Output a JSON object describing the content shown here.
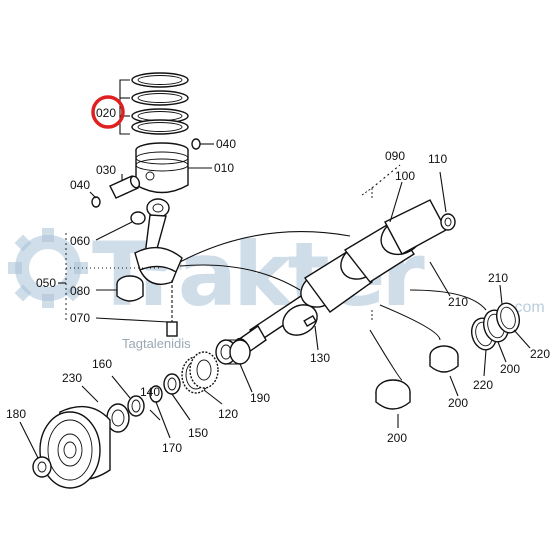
{
  "watermark": {
    "brand": "Trakter",
    "subtitle": "Tagtalenidis",
    "domain": ".com",
    "color": "#a9c2d8"
  },
  "highlight": {
    "label": "020",
    "ring_color": "#e02020"
  },
  "callouts": [
    {
      "id": "c020",
      "text": "020"
    },
    {
      "id": "c040a",
      "text": "040"
    },
    {
      "id": "c010",
      "text": "010"
    },
    {
      "id": "c030",
      "text": "030"
    },
    {
      "id": "c040b",
      "text": "040"
    },
    {
      "id": "c060",
      "text": "060"
    },
    {
      "id": "c050",
      "text": "050"
    },
    {
      "id": "c080",
      "text": "080"
    },
    {
      "id": "c070",
      "text": "070"
    },
    {
      "id": "c090",
      "text": "090"
    },
    {
      "id": "c100",
      "text": "100"
    },
    {
      "id": "c110",
      "text": "110"
    },
    {
      "id": "c210a",
      "text": "210"
    },
    {
      "id": "c210b",
      "text": "210"
    },
    {
      "id": "c220a",
      "text": "220"
    },
    {
      "id": "c220b",
      "text": "220"
    },
    {
      "id": "c200a",
      "text": "200"
    },
    {
      "id": "c200b",
      "text": "200"
    },
    {
      "id": "c200c",
      "text": "200"
    },
    {
      "id": "c130",
      "text": "130"
    },
    {
      "id": "c160",
      "text": "160"
    },
    {
      "id": "c230",
      "text": "230"
    },
    {
      "id": "c140",
      "text": "140"
    },
    {
      "id": "c190",
      "text": "190"
    },
    {
      "id": "c120",
      "text": "120"
    },
    {
      "id": "c150",
      "text": "150"
    },
    {
      "id": "c170",
      "text": "170"
    },
    {
      "id": "c180",
      "text": "180"
    }
  ]
}
